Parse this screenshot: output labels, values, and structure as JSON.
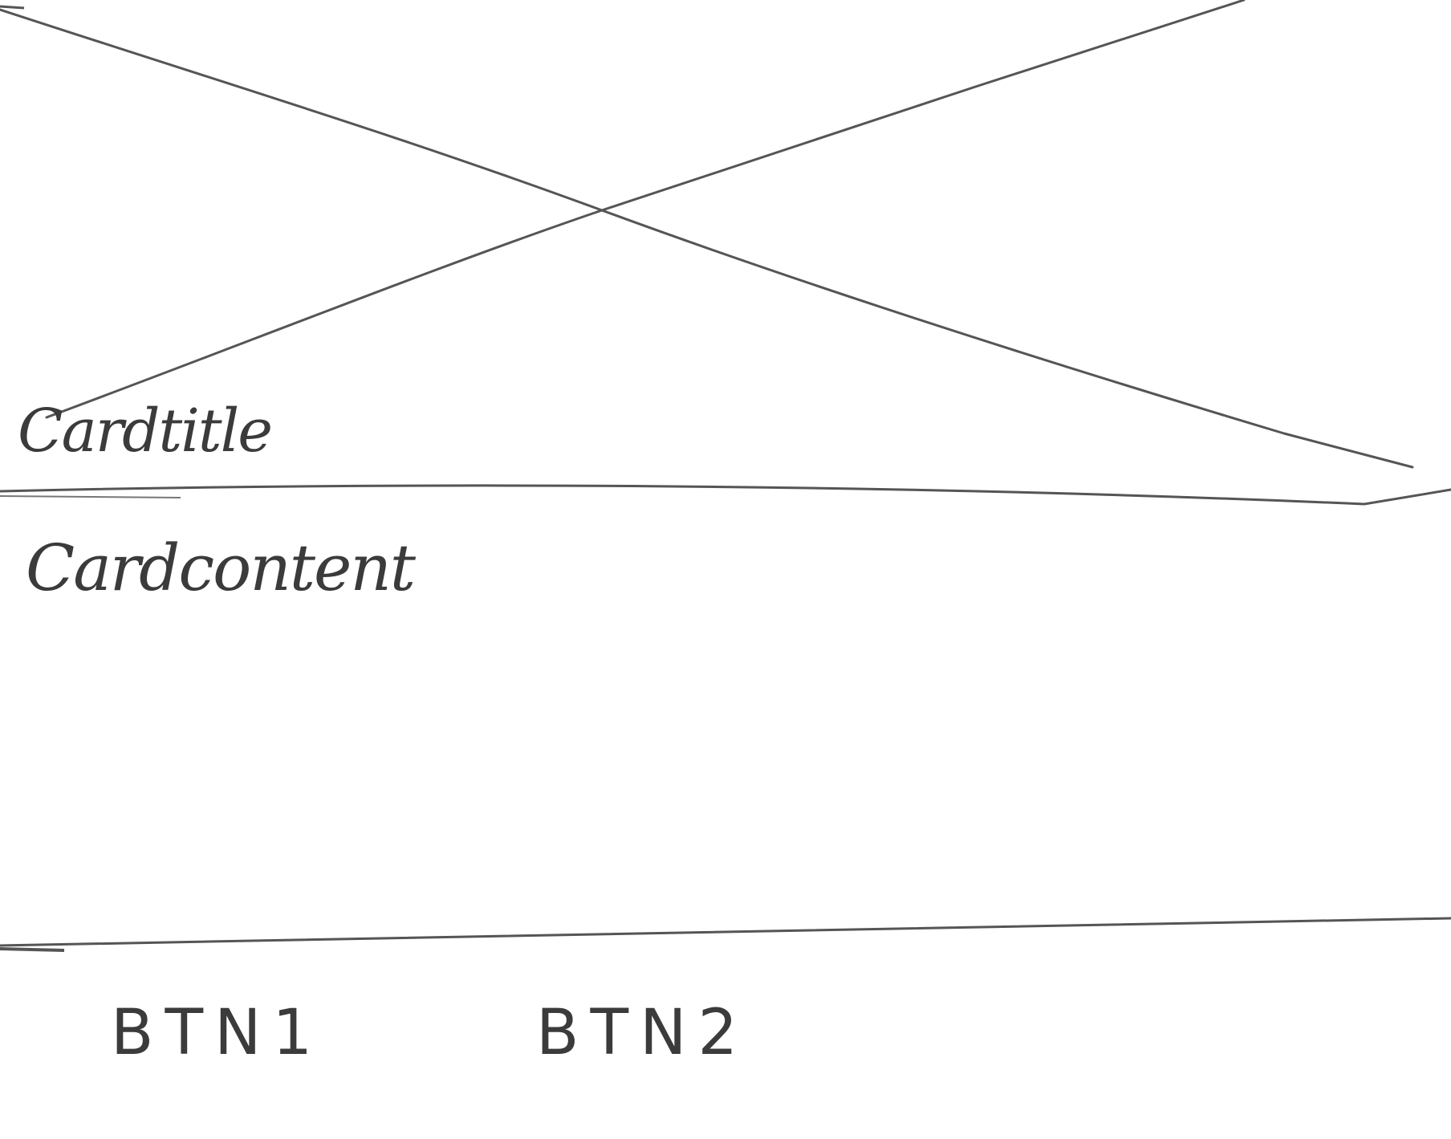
{
  "card": {
    "media": {
      "placeholder_icon": "image-placeholder-icon"
    },
    "title": "Cardtitle",
    "content": "Cardcontent",
    "actions": {
      "button_1_label": "BTN1",
      "button_2_label": "BTN2"
    }
  },
  "colors": {
    "ink": "#3b3b3b",
    "background": "#ffffff"
  }
}
